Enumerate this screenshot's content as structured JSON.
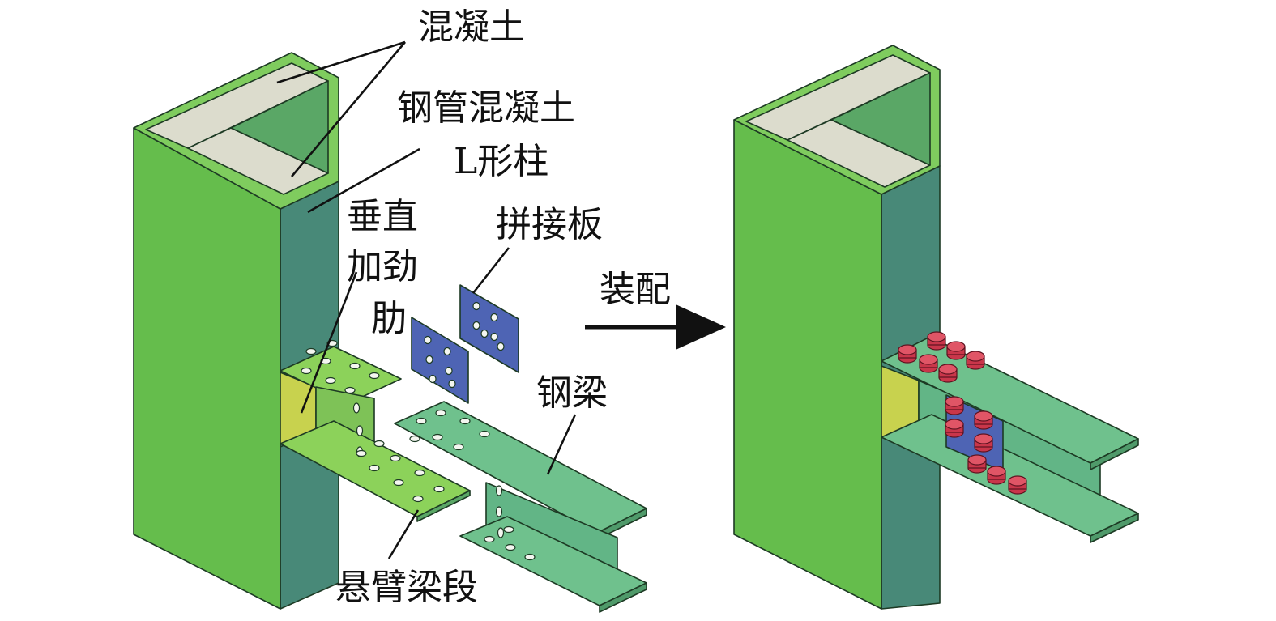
{
  "labels": {
    "concrete": "混凝土",
    "cfst_line1": "钢管混凝土",
    "cfst_line2": "L形柱",
    "stiffener_line1": "垂直",
    "stiffener_line2": "加劲",
    "stiffener_line3": "肋",
    "splice_plate": "拼接板",
    "assembly": "装配",
    "steel_beam": "钢梁",
    "cantilever_segment": "悬臂梁段"
  },
  "colors": {
    "column_front": "#65bd4c",
    "column_side": "#488978",
    "concrete": "#dcdccd",
    "stiffener": "#c8d24e",
    "cantilever": "#8cd25a",
    "beam": "#6fc18d",
    "splice": "#4e64b4",
    "bolt": "#c9364a",
    "arrow": "#111111"
  }
}
